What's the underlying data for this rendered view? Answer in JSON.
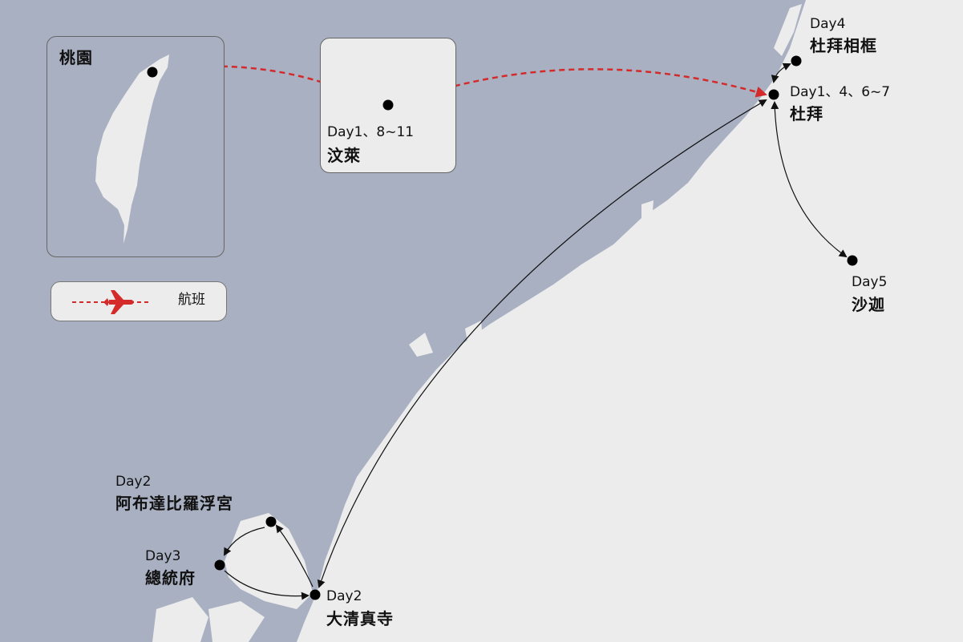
{
  "colors": {
    "sea": "#a9b0c2",
    "land": "#ececec",
    "flight": "#d42a2a",
    "route": "#111111"
  },
  "insets": {
    "taoyuan": {
      "name": "桃園"
    },
    "brunei": {
      "day": "Day1、8~11",
      "name": "汶萊"
    }
  },
  "places": {
    "dubai_marina": {
      "day": "Day4",
      "name": "杜拜相框"
    },
    "dubai": {
      "day": "Day1、4、6~7",
      "name": "杜拜"
    },
    "sharjah": {
      "day": "Day5",
      "name": "沙迦"
    },
    "abu_palace": {
      "day": "Day2",
      "name": "阿布達比羅浮宮"
    },
    "presidential": {
      "day": "Day3",
      "name": "總統府"
    },
    "mosque": {
      "day": "Day2",
      "name": "大清真寺"
    }
  },
  "legend": {
    "flight_label": "航班",
    "icon": "airplane-icon"
  }
}
